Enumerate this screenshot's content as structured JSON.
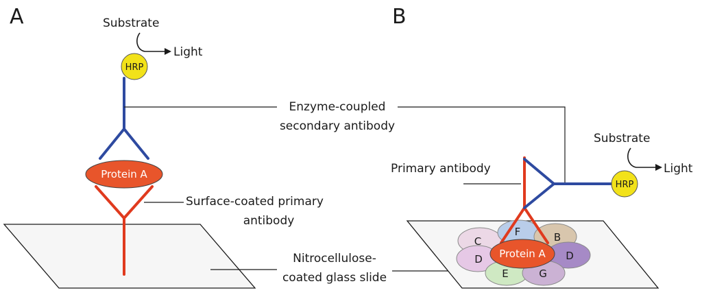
{
  "panels": [
    {
      "letter": "A"
    },
    {
      "letter": "B"
    }
  ],
  "labels": {
    "substrate": "Substrate",
    "light": "Light",
    "hrp": "HRP",
    "enzyme_line1": "Enzyme-coupled",
    "enzyme_line2": "secondary antibody",
    "protein_a": "Protein A",
    "surface_line1": "Surface-coated primary",
    "surface_line2": "antibody",
    "nitro_line1": "Nitrocellulose-",
    "nitro_line2": "coated glass slide",
    "primary_antibody": "Primary antibody"
  },
  "protein_complex": [
    {
      "label": "C",
      "color": "#ecd8e6"
    },
    {
      "label": "F",
      "color": "#b9cdea"
    },
    {
      "label": "B",
      "color": "#d8c6ad"
    },
    {
      "label": "D",
      "color": "#e6c8e6"
    },
    {
      "label": "D",
      "color": "#a68ac6"
    },
    {
      "label": "E",
      "color": "#cfe9c3"
    },
    {
      "label": "G",
      "color": "#cbb2d4"
    }
  ],
  "colors": {
    "primary_antibody": "#e03a1e",
    "secondary_antibody": "#2e4aa0",
    "hrp": "#f2e21a",
    "protein_a": "#e8552b"
  }
}
